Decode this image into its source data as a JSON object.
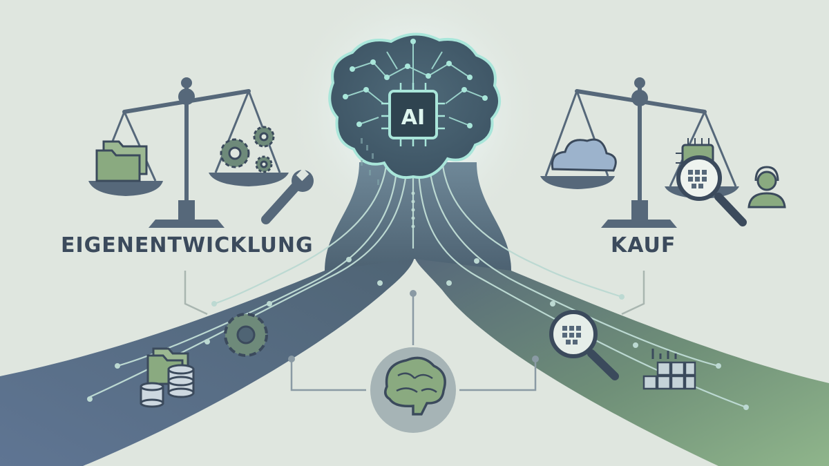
{
  "labels": {
    "build": "EIGENENTWICKLUNG",
    "buy": "KAUF",
    "chip": "AI"
  },
  "colors": {
    "background": "#dfe6df",
    "ink": "#3b4a5c",
    "slate": "#5d6f86",
    "sage": "#7fa079",
    "glow": "#a9e6da",
    "circuit": "#bcd9d2"
  },
  "icons": {
    "left_scale": [
      "balance-scale-icon",
      "folder-icon",
      "gear-icon",
      "wrench-icon"
    ],
    "right_scale": [
      "balance-scale-icon",
      "cloud-icon",
      "chip-icon",
      "magnifier-icon",
      "support-agent-icon"
    ],
    "center": [
      "brain-icon",
      "ai-chip-icon"
    ],
    "path_left": [
      "gear-icon",
      "folder-icon",
      "database-icon"
    ],
    "path_right": [
      "magnifier-icon",
      "grid-blocks-icon"
    ]
  }
}
